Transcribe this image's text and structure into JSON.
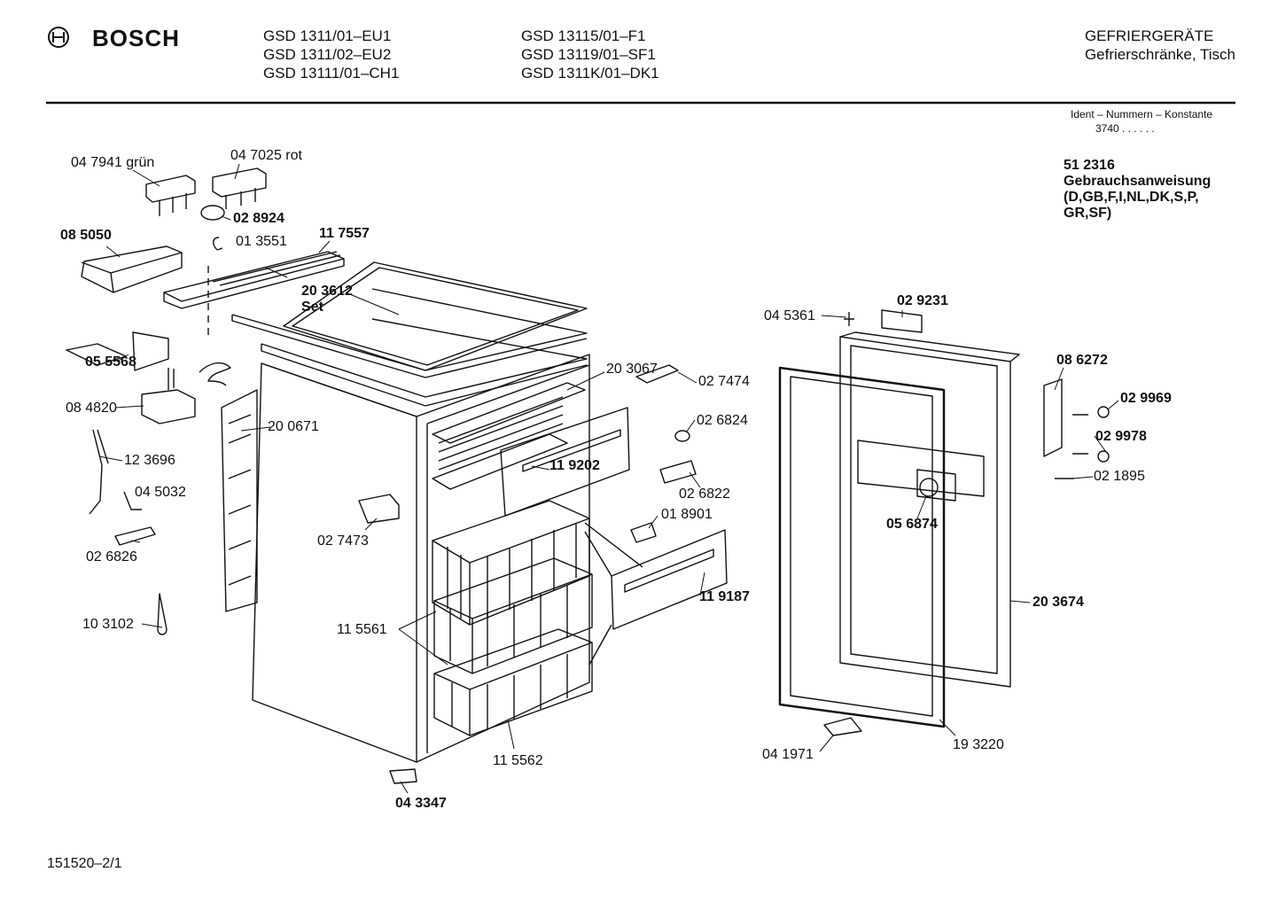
{
  "header": {
    "brand": "BOSCH",
    "models_col1": [
      "GSD 1311/01–EU1",
      "GSD 1311/02–EU2",
      "GSD 13111/01–CH1"
    ],
    "models_col2": [
      "GSD 13115/01–F1",
      "GSD 13119/01–SF1",
      "GSD 1311K/01–DK1"
    ],
    "category": "GEFRIERGERÄTE",
    "subcategory": "Gefrierschränke, Tisch"
  },
  "ident": {
    "title": "Ident – Nummern – Konstante",
    "value": "3740 . .   . . . ."
  },
  "manual": {
    "number": "51 2316",
    "title": "Gebrauchsanweisung",
    "langs1": "(D,GB,F,I,NL,DK,S,P,",
    "langs2": "GR,SF)"
  },
  "parts": {
    "p047941": "04 7941 grün",
    "p047025": "04 7025  rot",
    "p028924": "02 8924",
    "p085050": "08 5050",
    "p013551": "01 3551",
    "p117557": "11 7557",
    "p203612": "20 3612",
    "p203612set": "Set",
    "p055568": "05 5568",
    "p084820": "08 4820",
    "p200671": "20 0671",
    "p123696": "12 3696",
    "p045032": "04 5032",
    "p026826": "02 6826",
    "p103102": "10 3102",
    "p203067": "20 3067",
    "p027474": "02 7474",
    "p026824": "02 6824",
    "p119202": "11 9202",
    "p026822": "02 6822",
    "p018901": "01 8901",
    "p027473": "02 7473",
    "p119187": "11 9187",
    "p115561": "11 5561",
    "p115562": "11 5562",
    "p043347": "04 3347",
    "p045361": "04 5361",
    "p029231": "02 9231",
    "p086272": "08 6272",
    "p029969": "02 9969",
    "p029978": "02 9978",
    "p021895": "02 1895",
    "p056874": "05 6874",
    "p203674": "20 3674",
    "p041971": "04 1971",
    "p193220": "19 3220"
  },
  "footer": {
    "code": "151520–2/1"
  }
}
